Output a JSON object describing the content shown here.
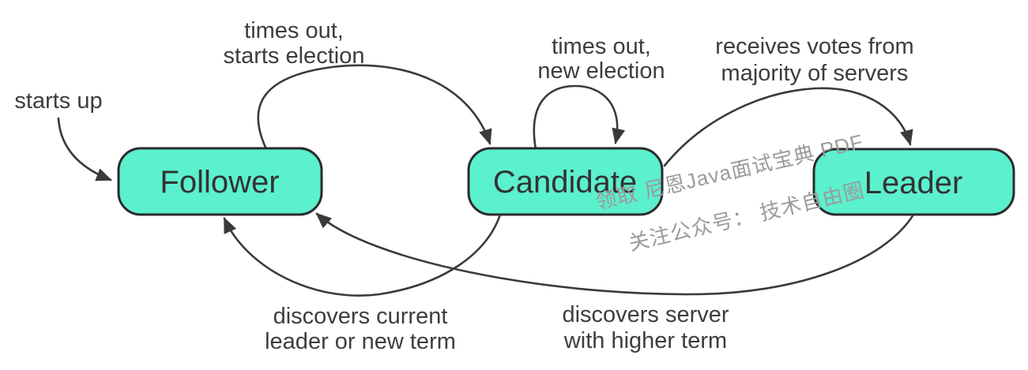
{
  "diagram": {
    "type": "state-diagram",
    "states": {
      "follower": {
        "label": "Follower"
      },
      "candidate": {
        "label": "Candidate"
      },
      "leader": {
        "label": "Leader"
      }
    },
    "transitions": {
      "starts_up": {
        "line1": "starts up"
      },
      "follower_to_candidate": {
        "line1": "times out,",
        "line2": "starts election"
      },
      "candidate_self_loop": {
        "line1": "times out,",
        "line2": "new election"
      },
      "candidate_to_leader": {
        "line1": "receives votes from",
        "line2": "majority of servers"
      },
      "candidate_to_follower": {
        "line1": "discovers current",
        "line2": "leader or new term"
      },
      "leader_to_follower": {
        "line1": "discovers server",
        "line2": "with higher term"
      }
    },
    "watermark": {
      "line1": "领取 尼恩Java面试宝典 PDF",
      "line2": "关注公众号： 技术自由圈"
    },
    "colors": {
      "state_fill": "#5bf0ce",
      "state_border": "#2b2b2b",
      "arrow": "#3a3a3a",
      "label_text": "#3d3d3d",
      "state_text": "#333333",
      "watermark_text": "#9b9b9b",
      "background": "#ffffff"
    }
  }
}
